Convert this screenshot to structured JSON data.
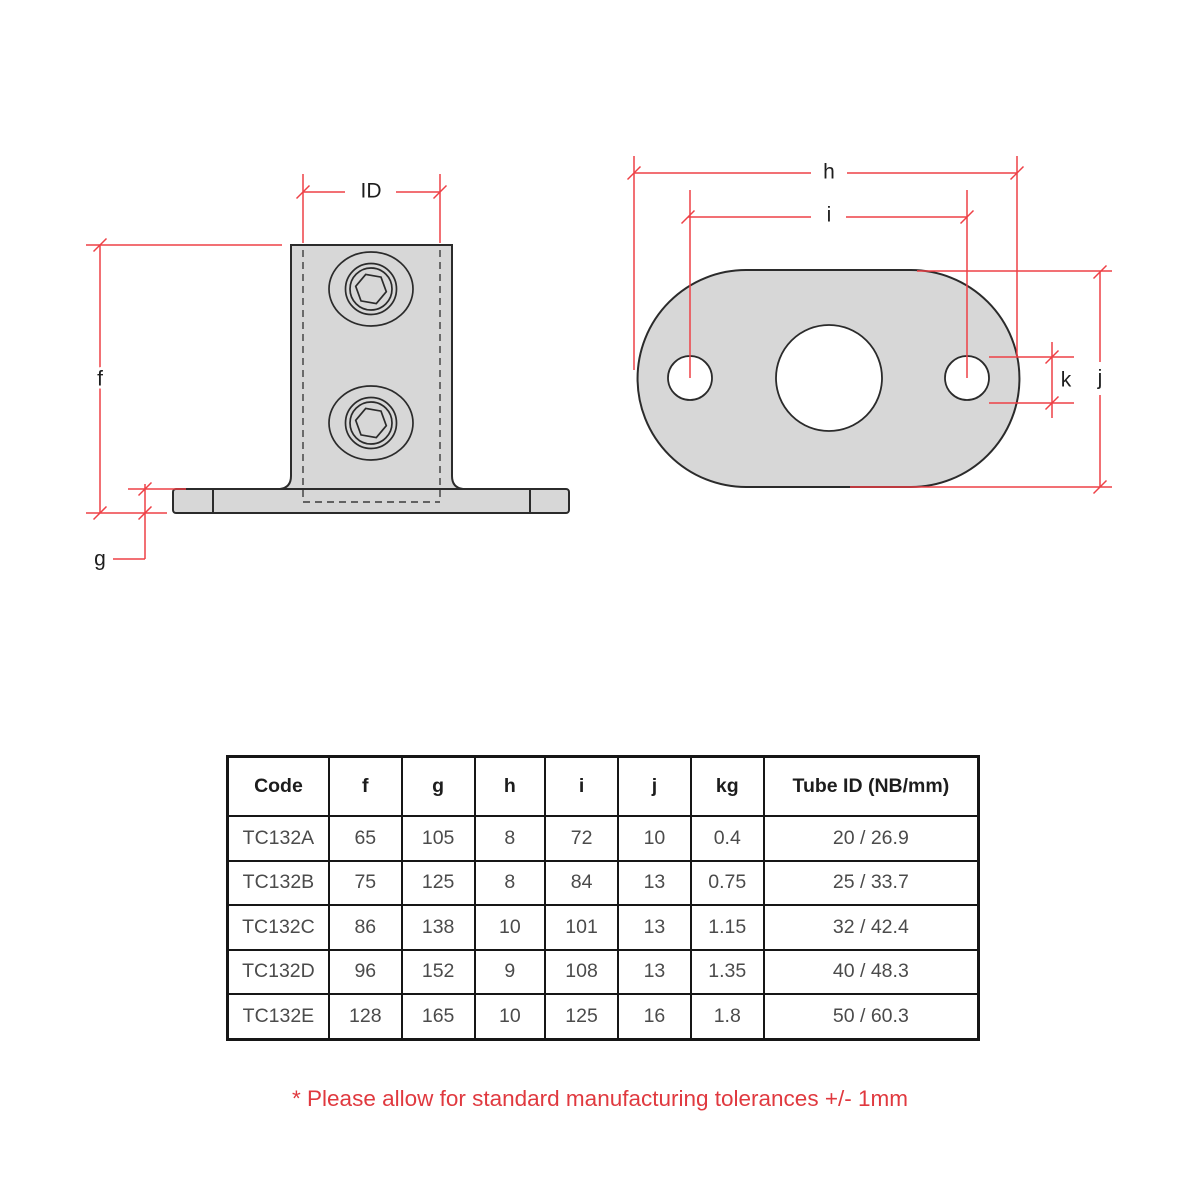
{
  "colors": {
    "red": "#ee4046",
    "note_red": "#e0393f",
    "fill_gray": "#d7d7d7",
    "outline_dark": "#2b2b2b",
    "text_black": "#1d1d1d",
    "value_gray": "#4b4b4b"
  },
  "labels": {
    "id": "ID",
    "f": "f",
    "g": "g",
    "h": "h",
    "i": "i",
    "j": "j",
    "k": "k"
  },
  "table": {
    "headers": [
      "Code",
      "f",
      "g",
      "h",
      "i",
      "j",
      "kg",
      "Tube ID (NB/mm)"
    ],
    "rows": [
      [
        "TC132A",
        "65",
        "105",
        "8",
        "72",
        "10",
        "0.4",
        "20 / 26.9"
      ],
      [
        "TC132B",
        "75",
        "125",
        "8",
        "84",
        "13",
        "0.75",
        "25 / 33.7"
      ],
      [
        "TC132C",
        "86",
        "138",
        "10",
        "101",
        "13",
        "1.15",
        "32 / 42.4"
      ],
      [
        "TC132D",
        "96",
        "152",
        "9",
        "108",
        "13",
        "1.35",
        "40 / 48.3"
      ],
      [
        "TC132E",
        "128",
        "165",
        "10",
        "125",
        "16",
        "1.8",
        "50 / 60.3"
      ]
    ]
  },
  "note": "* Please allow for standard manufacturing tolerances +/- 1mm"
}
